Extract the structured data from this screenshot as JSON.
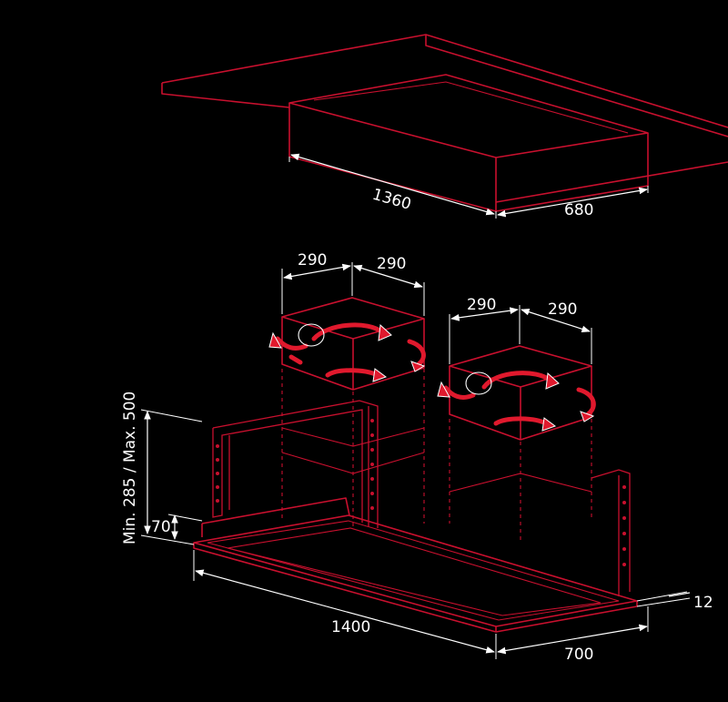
{
  "ceiling_cutout": {
    "length_label": "1360",
    "depth_label": "680"
  },
  "duct_left": {
    "width_label_a": "290",
    "width_label_b": "290"
  },
  "duct_right": {
    "width_label_a": "290",
    "width_label_b": "290"
  },
  "hood": {
    "height_range_label": "Min. 285 / Max. 500",
    "frame_height_label": "70",
    "length_label": "1400",
    "depth_label": "700",
    "thickness_label": "12"
  },
  "colors": {
    "background": "#000000",
    "outline": "#c8102e",
    "dimension": "#ffffff"
  }
}
